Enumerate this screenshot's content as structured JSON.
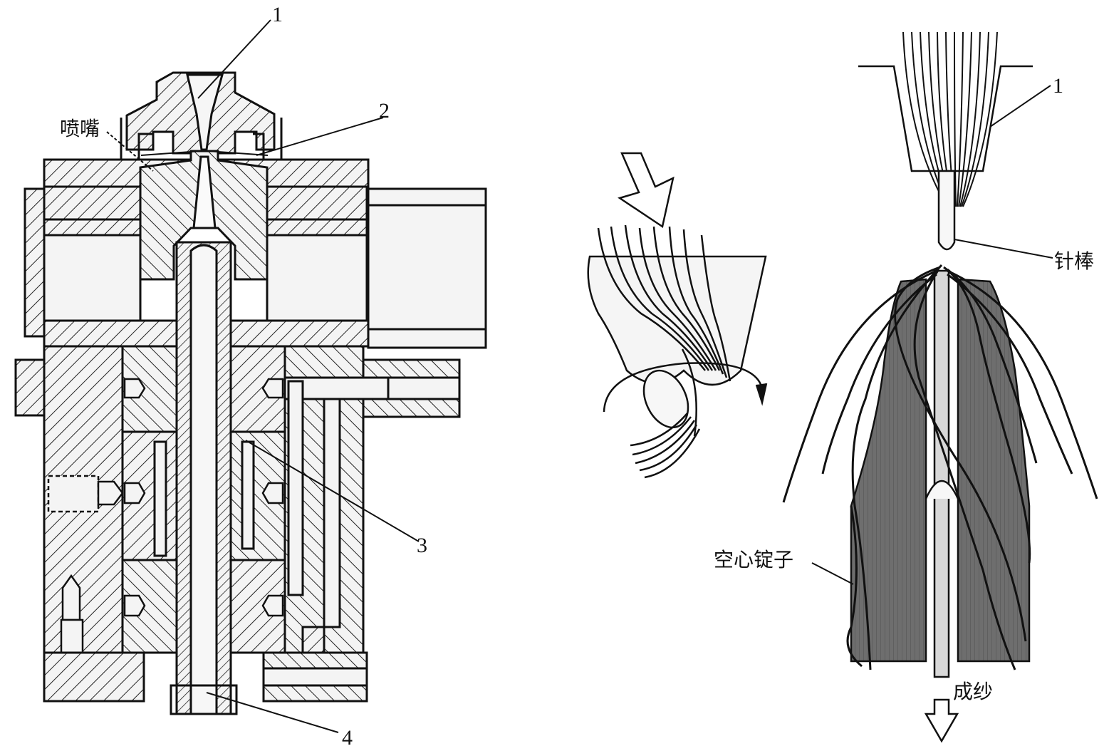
{
  "labels": {
    "nozzle": "喷嘴",
    "n1_left": "1",
    "n2_left": "2",
    "n3_left": "3",
    "n4_left": "4",
    "n1_right": "1",
    "needle_rod": "针棒",
    "hollow_spindle": "空心锭子",
    "yarn": "成纱"
  },
  "colors": {
    "line": "#111111",
    "spindle_fill": "#6b6b6b",
    "metal_fill": "#f2f2f2",
    "hatch": "#222222"
  },
  "icons": {
    "air_inlet_arrow": "arrow-down-left-icon",
    "rotation_arrow": "rotation-arrow-icon",
    "yarn_output_arrow": "arrow-down-icon"
  }
}
